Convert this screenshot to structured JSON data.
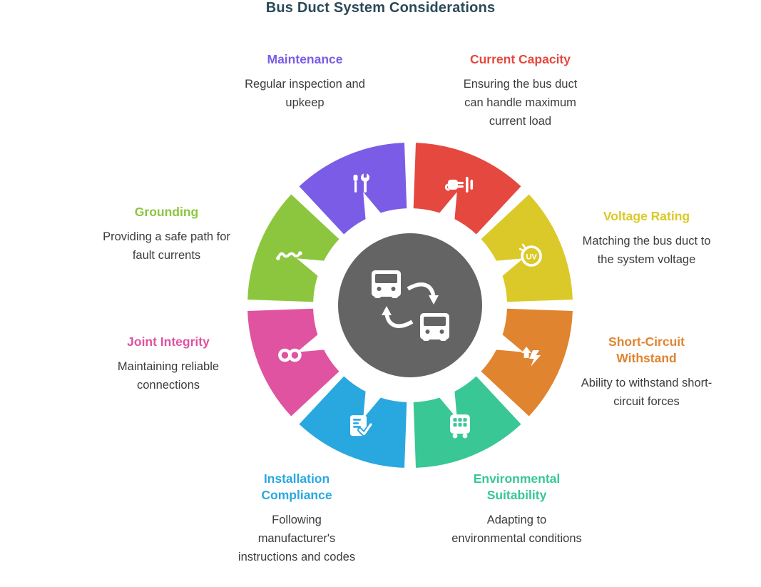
{
  "title": "Bus Duct System Considerations",
  "colors": {
    "background": "#ffffff",
    "title": "#2b4a57",
    "description_text": "#3c3c3c",
    "center_circle": "#646464"
  },
  "center_icon": "bus-exchange-icon",
  "segments": [
    {
      "id": "maintenance",
      "label": "Maintenance",
      "description": "Regular inspection and upkeep",
      "color": "#7b5ce6",
      "icon": "tools-icon"
    },
    {
      "id": "current-capacity",
      "label": "Current Capacity",
      "description": "Ensuring the bus duct can handle maximum current load",
      "color": "#e5483e",
      "icon": "plug-icon"
    },
    {
      "id": "voltage-rating",
      "label": "Voltage Rating",
      "description": "Matching the bus duct to the system voltage",
      "color": "#dbc929",
      "icon": "uv-badge-icon"
    },
    {
      "id": "short-circuit-withstand",
      "label": "Short-Circuit Withstand",
      "description": "Ability to withstand short-circuit forces",
      "color": "#e08430",
      "icon": "surge-arrow-icon"
    },
    {
      "id": "environmental-suitability",
      "label": "Environmental Suitability",
      "description": "Adapting to environmental conditions",
      "color": "#38c795",
      "icon": "bus-grid-icon"
    },
    {
      "id": "installation-compliance",
      "label": "Installation Compliance",
      "description": "Following manufacturer's instructions and codes",
      "color": "#29a8e0",
      "icon": "clipboard-check-icon"
    },
    {
      "id": "joint-integrity",
      "label": "Joint Integrity",
      "description": "Maintaining reliable connections",
      "color": "#e053a0",
      "icon": "chain-links-icon"
    },
    {
      "id": "grounding",
      "label": "Grounding",
      "description": "Providing a safe path for fault currents",
      "color": "#8cc63f",
      "icon": "ground-wire-icon"
    }
  ]
}
